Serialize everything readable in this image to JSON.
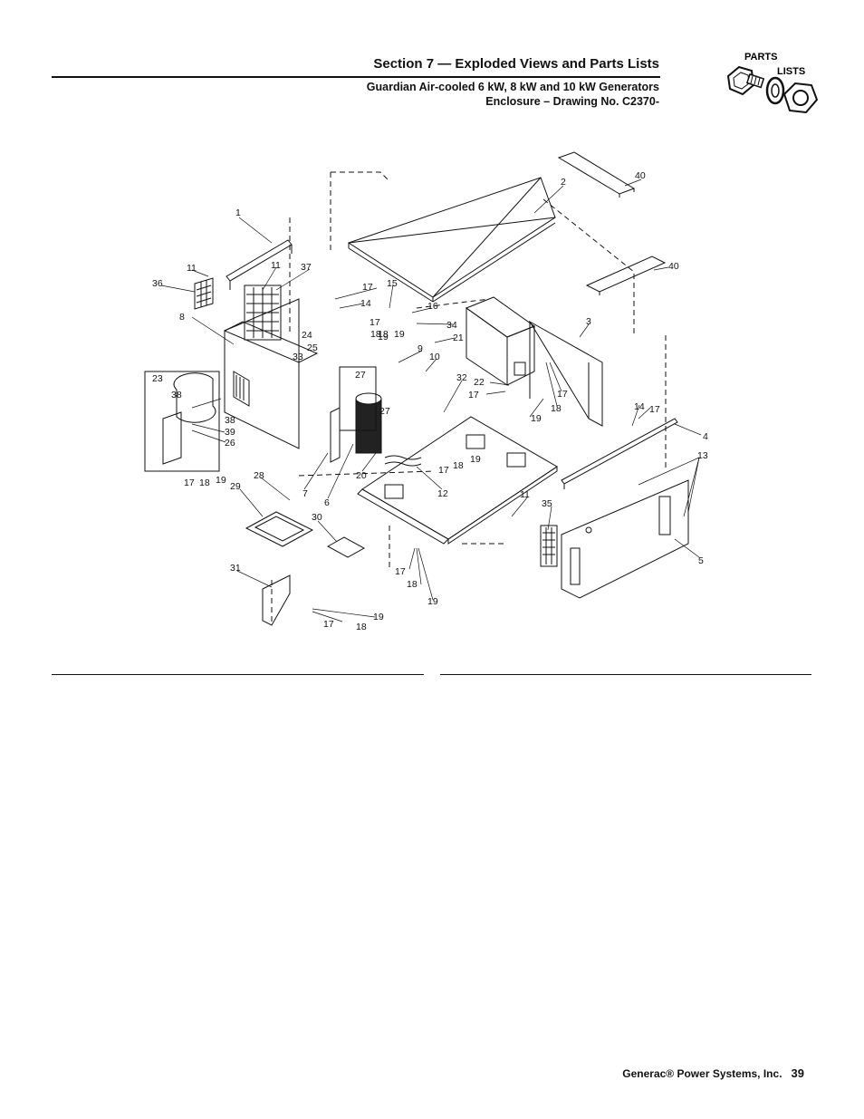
{
  "header": {
    "section_title": "Section 7 — Exploded Views and Parts Lists",
    "subtitle_line1": "Guardian Air-cooled 6 kW, 8 kW and 10 kW Generators",
    "subtitle_line2": "Enclosure – Drawing No. C2370-"
  },
  "badge": {
    "line1": "PARTS",
    "line2": "LISTS",
    "icon": "bolt-washer-nut-icon"
  },
  "callouts": [
    "1",
    "2",
    "3",
    "4",
    "5",
    "6",
    "7",
    "8",
    "9",
    "10",
    "11",
    "11",
    "11",
    "12",
    "13",
    "14",
    "14",
    "15",
    "16",
    "17",
    "17",
    "17",
    "17",
    "17",
    "17",
    "17",
    "17",
    "17",
    "18",
    "18",
    "18",
    "18",
    "18",
    "18",
    "18",
    "19",
    "19",
    "19",
    "19",
    "19",
    "19",
    "19",
    "20",
    "21",
    "22",
    "23",
    "24",
    "25",
    "26",
    "27",
    "27",
    "28",
    "29",
    "30",
    "31",
    "32",
    "33",
    "34",
    "35",
    "36",
    "37",
    "38",
    "38",
    "39",
    "40",
    "40"
  ],
  "footer": {
    "company": "Generac® Power Systems, Inc.",
    "page_number": "39"
  }
}
